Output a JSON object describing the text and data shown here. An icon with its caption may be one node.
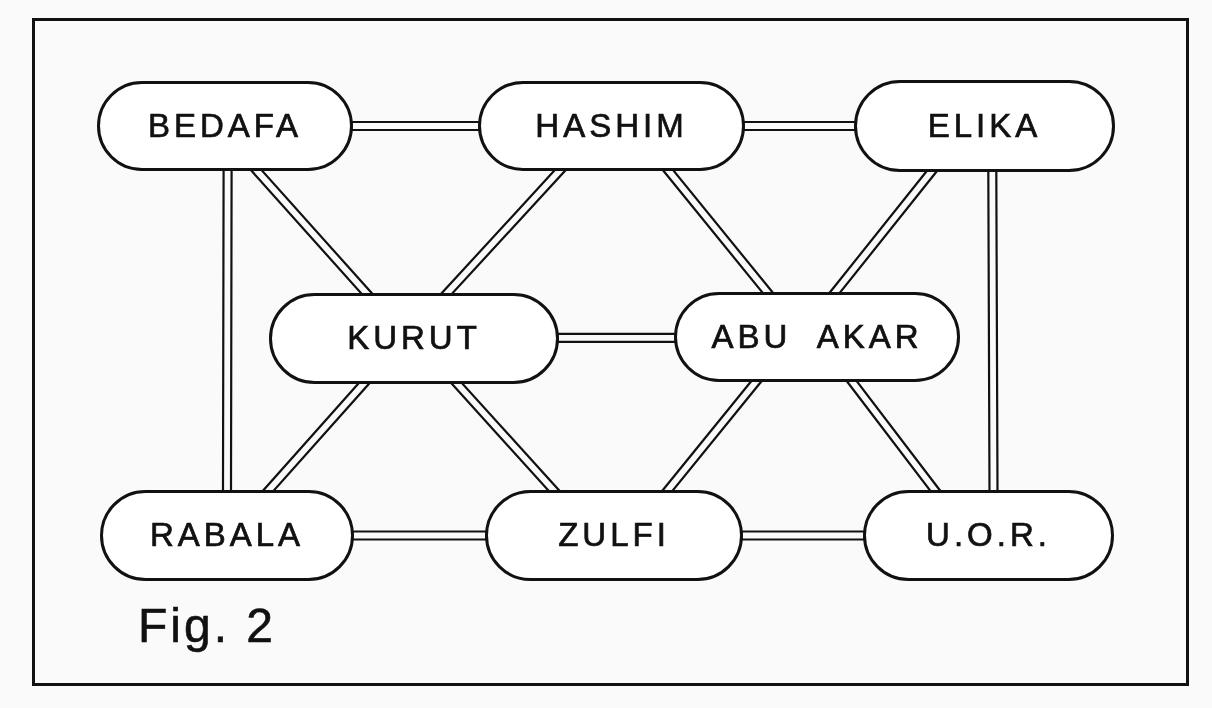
{
  "diagram": {
    "caption": "Fig. 2",
    "nodes": [
      {
        "text": [
          "BEDAFA"
        ]
      },
      {
        "text": [
          "HASHIM"
        ]
      },
      {
        "text": [
          "ELIKA"
        ]
      },
      {
        "text": [
          "KURUT"
        ]
      },
      {
        "text": [
          "ABU AKAR"
        ]
      },
      {
        "text": [
          "RABALA"
        ]
      },
      {
        "text": [
          "ZULFI"
        ]
      },
      {
        "text": [
          "U.O.R."
        ]
      }
    ],
    "edges": [
      {
        "from": 0,
        "to": 1,
        "arrow": "none"
      },
      {
        "from": 1,
        "to": 2,
        "arrow": "none"
      },
      {
        "from": 0,
        "to": 5,
        "arrow": "none"
      },
      {
        "from": 0,
        "to": 3,
        "arrow": "none"
      },
      {
        "from": 1,
        "to": 3,
        "arrow": "none"
      },
      {
        "from": 1,
        "to": 4,
        "arrow": "none"
      },
      {
        "from": 2,
        "to": 4,
        "arrow": "none"
      },
      {
        "from": 2,
        "to": 7,
        "arrow": "none"
      },
      {
        "from": 3,
        "to": 4,
        "arrow": "none"
      },
      {
        "from": 3,
        "to": 5,
        "arrow": "none"
      },
      {
        "from": 3,
        "to": 6,
        "arrow": "none"
      },
      {
        "from": 4,
        "to": 6,
        "arrow": "none"
      },
      {
        "from": 4,
        "to": 7,
        "arrow": "none"
      },
      {
        "from": 5,
        "to": 6,
        "arrow": "none"
      },
      {
        "from": 6,
        "to": 7,
        "arrow": "none"
      }
    ]
  }
}
